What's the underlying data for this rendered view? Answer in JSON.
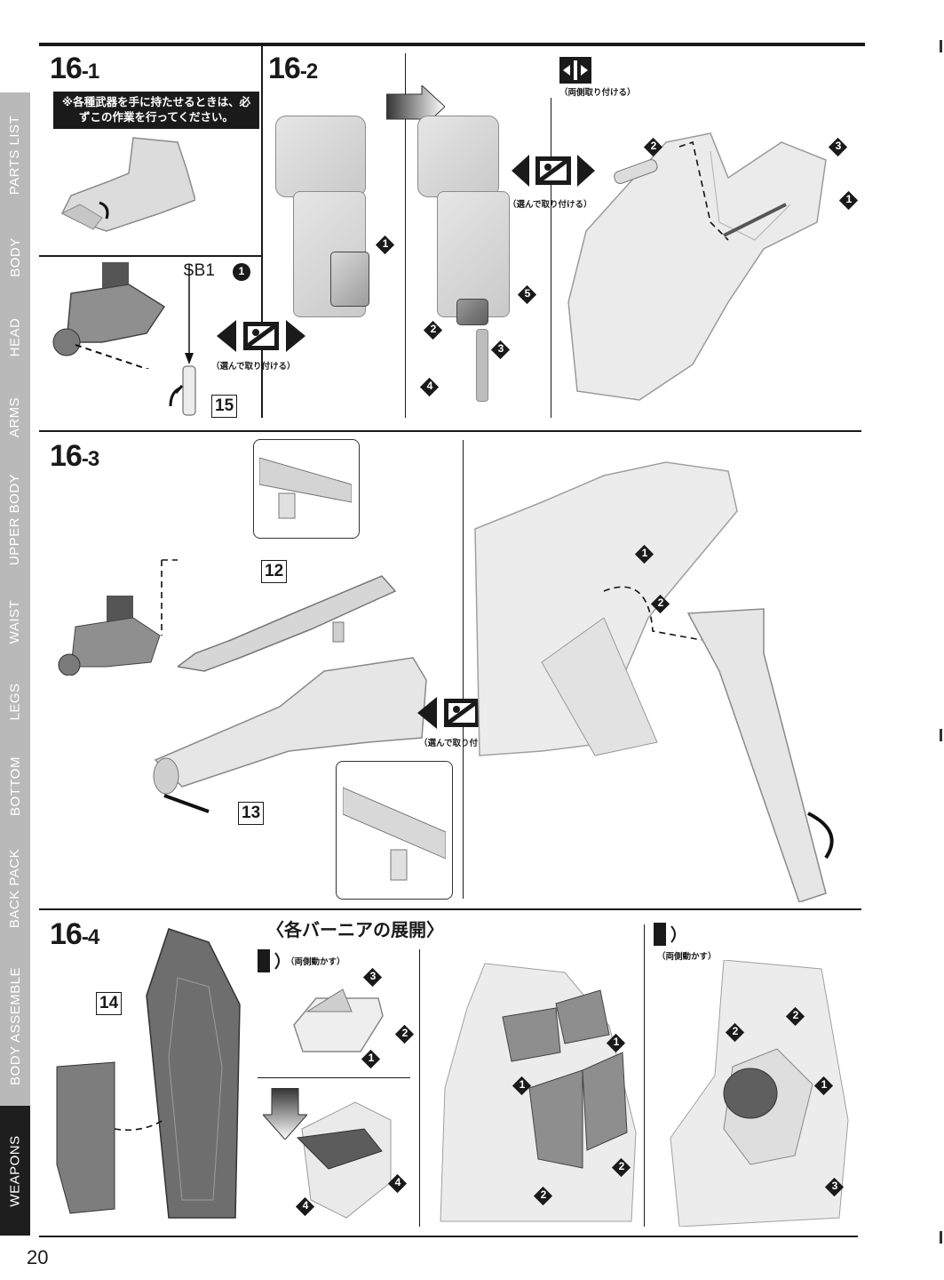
{
  "sidebar": {
    "tabs": [
      "PARTS LIST",
      "BODY",
      "HEAD",
      "ARMS",
      "UPPER BODY",
      "WAIST",
      "LEGS",
      "BOTTOM",
      "BACK PACK",
      "BODY ASSEMBLE",
      "WEAPONS"
    ],
    "active": "WEAPONS"
  },
  "steps": {
    "s16_1": {
      "main": "16",
      "sub": "-1",
      "note": "※各種武器を手に持たせるときは、必ずこの作業を行ってください。",
      "tool": "SB1",
      "tool_num": "1",
      "part": "15"
    },
    "s16_2": {
      "main": "16",
      "sub": "-2",
      "choose": "（選んで取り付ける）",
      "choose2": "（選んで取り付ける）",
      "both": "（両側取り付ける）"
    },
    "s16_3": {
      "main": "16",
      "sub": "-3",
      "part_a": "12",
      "part_b": "13",
      "choose": "（選んで取り付ける）"
    },
    "s16_4": {
      "main": "16",
      "sub": "-4",
      "part": "14",
      "heading": "〈各バーニアの展開〉",
      "move_both": "（両側動かす）",
      "move_both2": "（両側動かす）"
    }
  },
  "page_number": "20",
  "colors": {
    "ink": "#1a1a1a",
    "tab": "#b9b9b9",
    "tab_active": "#1e1e1e"
  }
}
